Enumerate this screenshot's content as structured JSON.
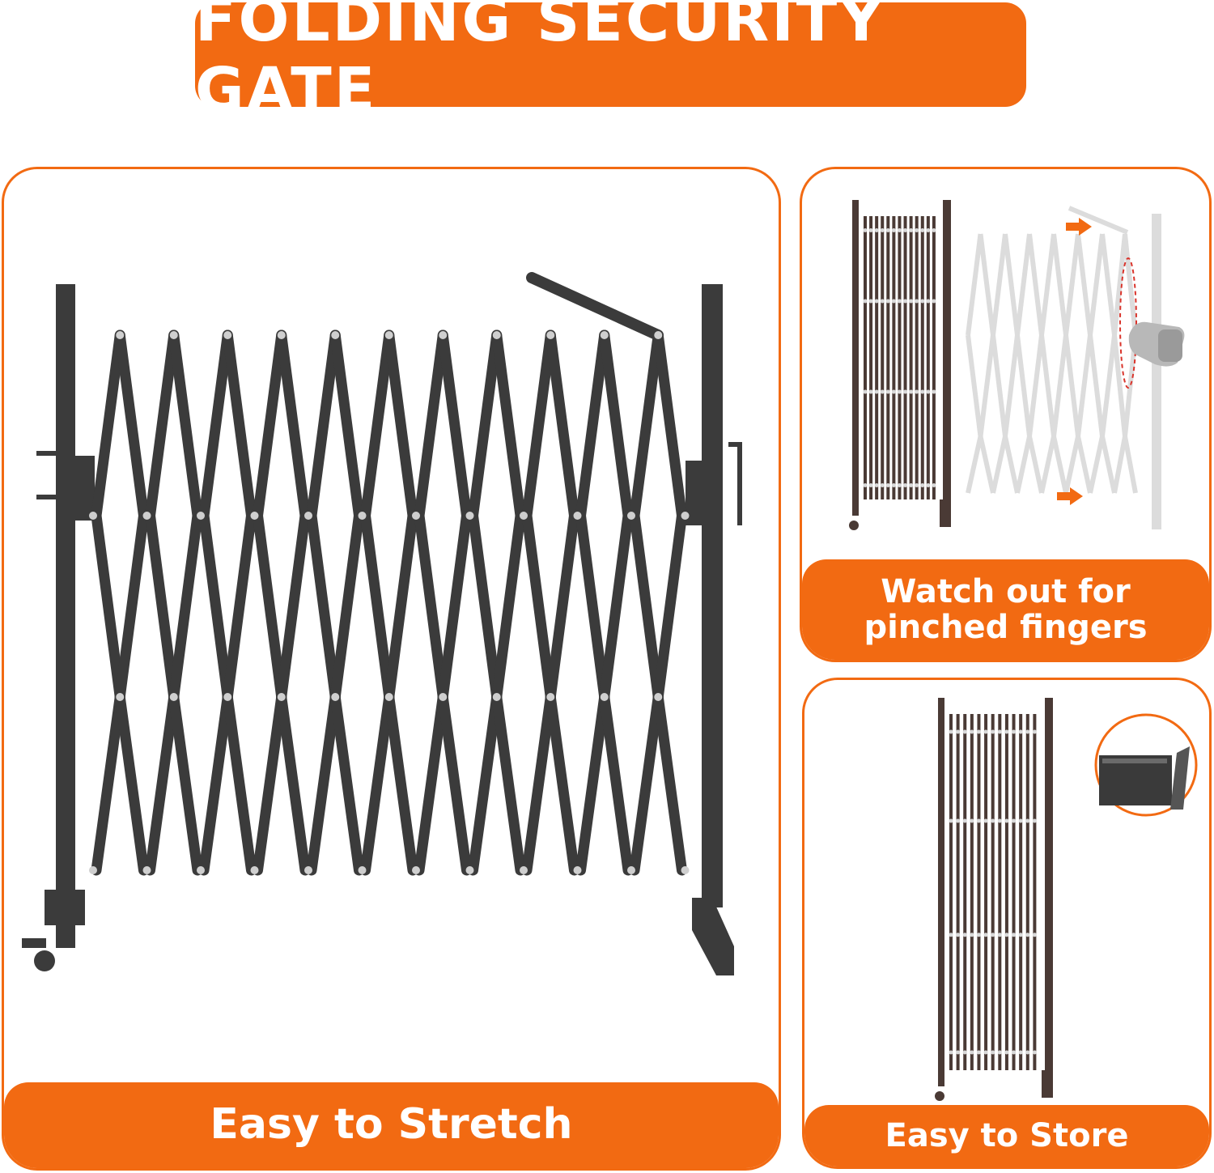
{
  "title": "FOLDING SECURITY GATE",
  "colors": {
    "accent": "#f26a12",
    "gate": "#3b3b3b",
    "gate_folded": "#4a3a35",
    "ghost": "#dcdcdc"
  },
  "panels": {
    "main": {
      "caption": "Easy to Stretch"
    },
    "warn": {
      "caption_line1": "Watch out for",
      "caption_line2": "pinched fingers"
    },
    "store": {
      "caption": "Easy to Store"
    }
  },
  "icons": [
    "arrow-right-icon",
    "hand-icon",
    "magnifier-inset-icon"
  ]
}
